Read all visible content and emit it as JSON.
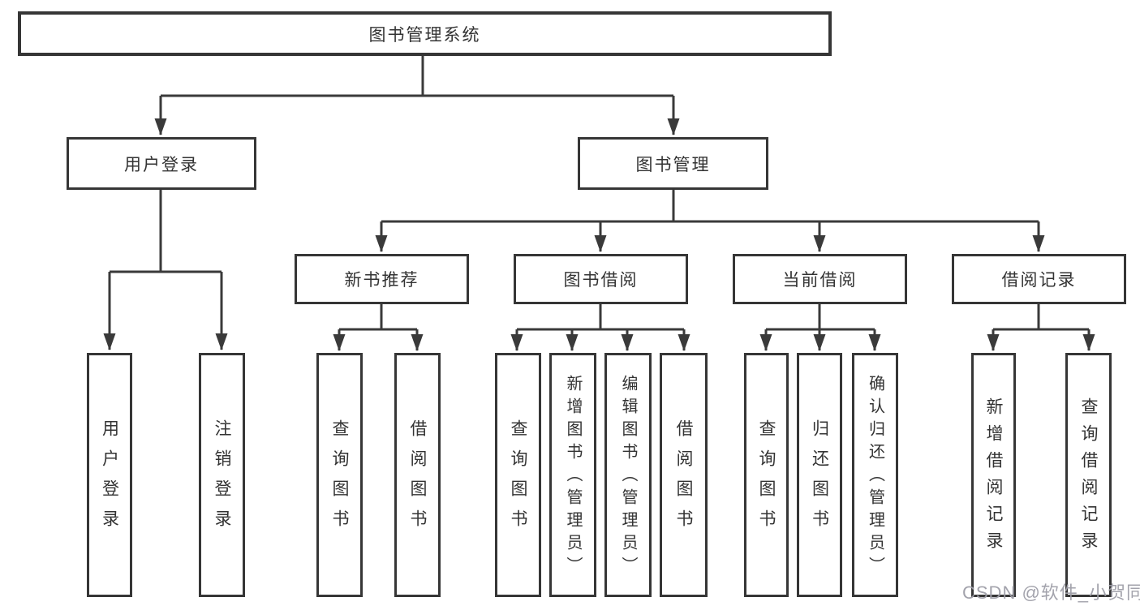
{
  "diagram": {
    "root": {
      "label": "图书管理系统"
    },
    "level2": {
      "user_login": {
        "label": "用户登录"
      },
      "book_mgmt": {
        "label": "图书管理"
      }
    },
    "level3": {
      "new_books": {
        "label": "新书推荐"
      },
      "borrowing": {
        "label": "图书借阅"
      },
      "current": {
        "label": "当前借阅"
      },
      "records": {
        "label": "借阅记录"
      }
    },
    "leaves": {
      "user_login": [
        "用户登录",
        "注销登录"
      ],
      "new_books": [
        "查询图书",
        "借阅图书"
      ],
      "borrowing": [
        "查询图书",
        "新增图书（管理员）",
        "编辑图书（管理员）",
        "借阅图书"
      ],
      "current": [
        "查询图书",
        "归还图书",
        "确认归还（管理员）"
      ],
      "records": [
        "新增借阅记录",
        "查询借阅记录"
      ]
    }
  },
  "watermark": {
    "text": "CSDN @软件_小贺同学"
  },
  "colors": {
    "line": "#3a3a3a",
    "border": "#363636",
    "text": "#333333",
    "watermark": "#9e9ea8",
    "background": "#ffffff"
  }
}
